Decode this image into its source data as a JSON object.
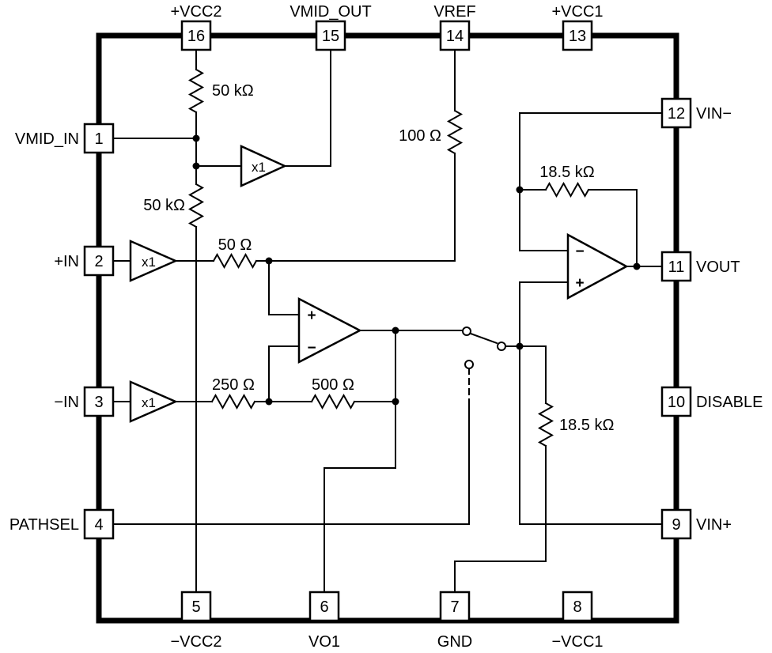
{
  "pins": {
    "p1": {
      "num": "1",
      "label": "VMID_IN"
    },
    "p2": {
      "num": "2",
      "label": "+IN"
    },
    "p3": {
      "num": "3",
      "label": "−IN"
    },
    "p4": {
      "num": "4",
      "label": "PATHSEL"
    },
    "p5": {
      "num": "5",
      "label": "−VCC2"
    },
    "p6": {
      "num": "6",
      "label": "VO1"
    },
    "p7": {
      "num": "7",
      "label": "GND"
    },
    "p8": {
      "num": "8",
      "label": "−VCC1"
    },
    "p9": {
      "num": "9",
      "label": "VIN+"
    },
    "p10": {
      "num": "10",
      "label": "DISABLE"
    },
    "p11": {
      "num": "11",
      "label": "VOUT"
    },
    "p12": {
      "num": "12",
      "label": "VIN−"
    },
    "p13": {
      "num": "13",
      "label": "+VCC1"
    },
    "p14": {
      "num": "14",
      "label": "VREF"
    },
    "p15": {
      "num": "15",
      "label": "VMID_OUT"
    },
    "p16": {
      "num": "16",
      "label": "+VCC2"
    }
  },
  "resistors": {
    "r_vmid_top": "50 kΩ",
    "r_vmid_bottom": "50 kΩ",
    "r_vref": "100 Ω",
    "r_plus_in": "50 Ω",
    "r_minus_in": "250 Ω",
    "r_feedback1": "500 Ω",
    "r_feedback2": "18.5 kΩ",
    "r_ground": "18.5 kΩ"
  },
  "buffers": {
    "b1": "x1",
    "b2": "x1",
    "b3": "x1"
  },
  "opamps": {
    "plus": "+",
    "minus": "−"
  },
  "colors": {
    "line": "#000000",
    "background": "#ffffff"
  }
}
